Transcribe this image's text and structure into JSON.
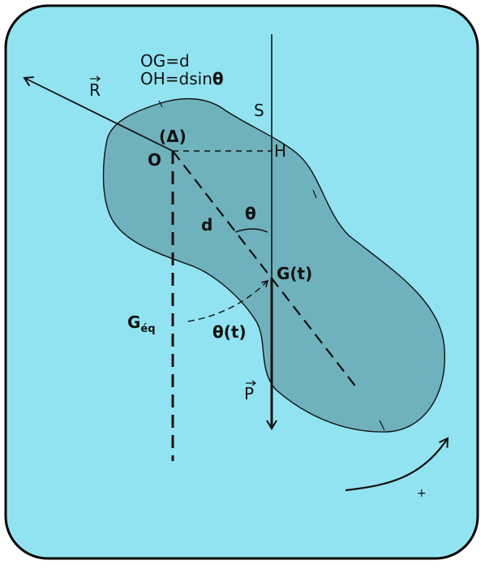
{
  "colors": {
    "panel_fill": "#92e3f1",
    "body_fill": "#6fb2bd",
    "stroke": "#111111"
  },
  "labels": {
    "formula_og": "OG=d",
    "formula_oh_prefix": "OH=dsin",
    "formula_oh_theta": "θ",
    "reaction": "R",
    "solid": "S",
    "pivot_axis": "(Δ)",
    "point_o": "O",
    "point_h": "H",
    "length_d": "d",
    "angle_theta": "θ",
    "center_g": "G(t)",
    "g_eq_main": "G",
    "g_eq_sub": "éq",
    "angle_theta_t": "θ(t)",
    "weight": "P",
    "positive_sign": "+"
  }
}
